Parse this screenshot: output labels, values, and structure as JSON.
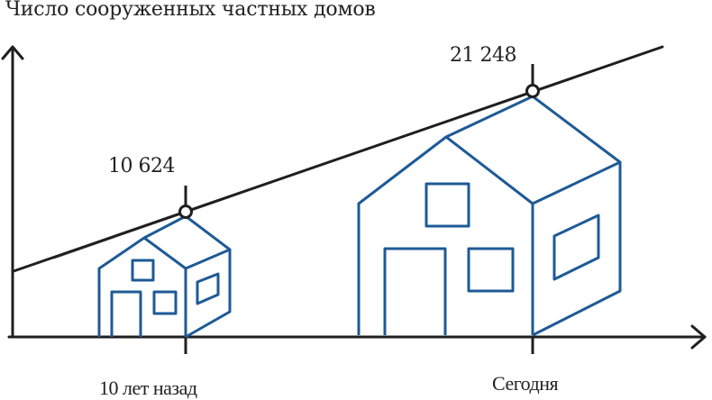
{
  "colors": {
    "axis": "#1f1f1f",
    "house_stroke": "#1e5a96",
    "text": "#222222",
    "background": "#ffffff"
  },
  "chart_data": {
    "type": "line",
    "title": "Число сооруженных частных домов",
    "xlabel": "",
    "ylabel": "",
    "categories": [
      "10 лет назад",
      "Сегодня"
    ],
    "series": [
      {
        "name": "Число сооруженных частных домов",
        "values": [
          10624,
          21248
        ]
      }
    ],
    "data_labels": [
      "10 624",
      "21 248"
    ],
    "annotations": [
      "Pictograms: small house at '10 лет назад', house twice as large at 'Сегодня'",
      "Trend line drawn through both points"
    ],
    "grid": false,
    "legend": "none"
  },
  "labels": {
    "title": "Число сооруженных частных домов",
    "point1_value": "10 624",
    "point2_value": "21 248",
    "x_tick1": "10 лет назад",
    "x_tick2": "Сегодня"
  }
}
